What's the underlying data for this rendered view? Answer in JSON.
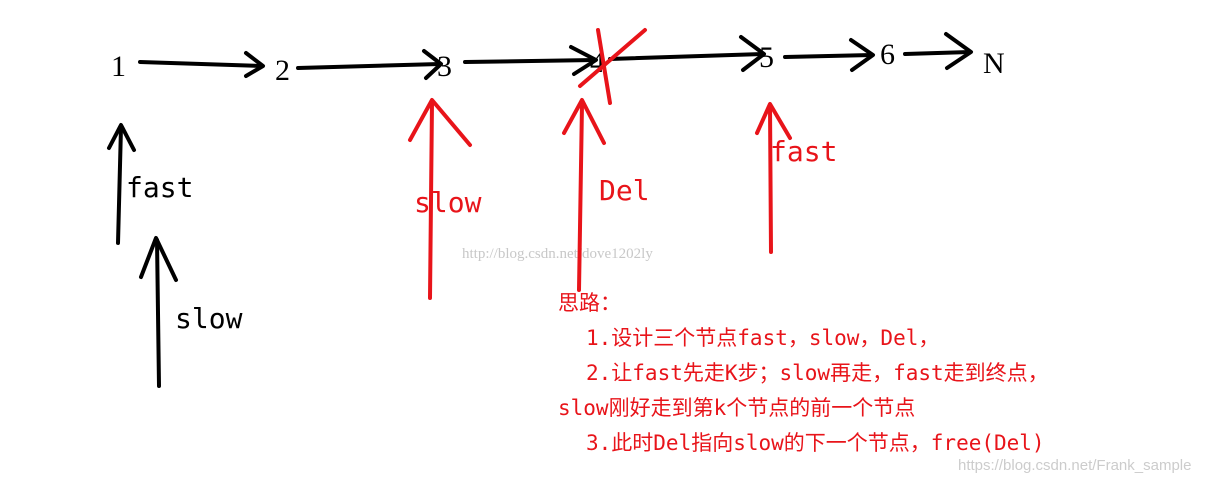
{
  "nodes": [
    "1",
    "2",
    "3",
    "4",
    "5",
    "6",
    "N"
  ],
  "pointers": {
    "fast_initial": "fast",
    "slow_initial": "slow",
    "slow_final": "slow",
    "del": "Del",
    "fast_final": "fast"
  },
  "watermark": "http://blog.csdn.net/dove1202ly",
  "watermark_corner": "https://blog.csdn.net/Frank_sample",
  "notes": {
    "heading": "思路：",
    "lines": [
      "1.设计三个节点fast，slow，Del，",
      "2.让fast先走K步；slow再走，fast走到终点，",
      "slow刚好走到第k个节点的前一个节点",
      "3.此时Del指向slow的下一个节点，free(Del)"
    ]
  },
  "colors": {
    "ink": "#000000",
    "red": "#e8141a",
    "watermark": "#c8c8c8"
  }
}
